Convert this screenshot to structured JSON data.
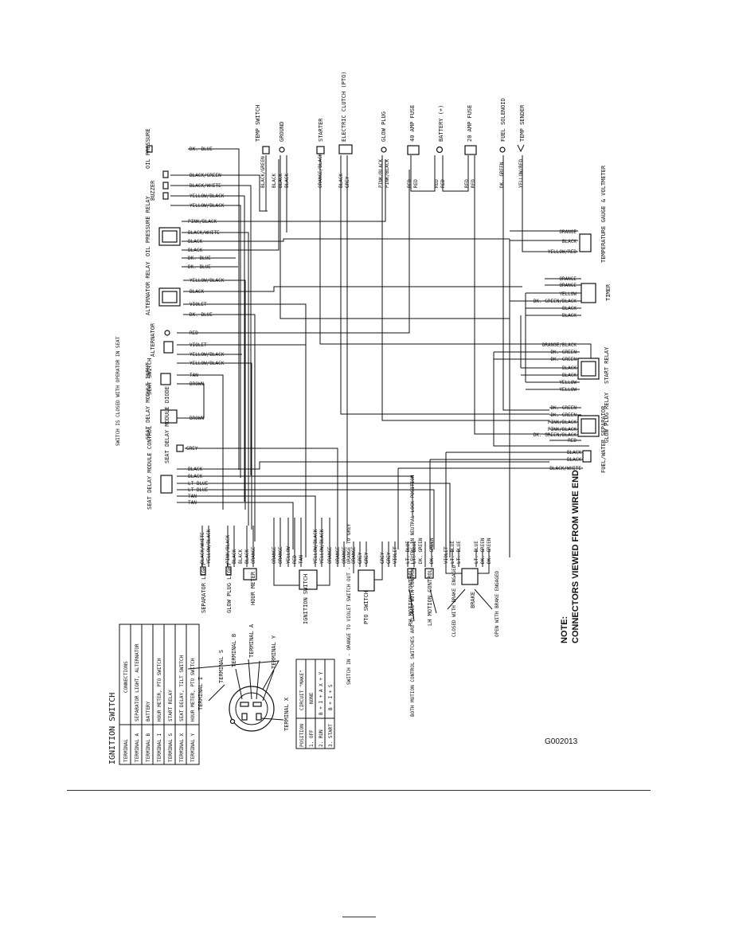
{
  "figure_id": "G002013",
  "note": {
    "title": "NOTE:",
    "text": "CONNECTORS VIEWED FROM WIRE END"
  },
  "ignition_table": {
    "title": "IGNITION SWITCH",
    "headers": [
      "TERMINAL",
      "CONNECTIONS"
    ],
    "rows": [
      [
        "TERMINAL A",
        "SEPARATOR LIGHT, ALTERNATOR"
      ],
      [
        "TERMINAL B",
        "BATTERY"
      ],
      [
        "TERMINAL I",
        "HOUR METER, PTO SWITCH"
      ],
      [
        "TERMINAL S",
        "START RELAY"
      ],
      [
        "TERMINAL X",
        "SEAT DELAY, TILT SWITCH"
      ],
      [
        "TERMINAL Y",
        "HOUR METER, PTO SWITCH"
      ]
    ]
  },
  "ignition_terminals": [
    "TERMINAL I",
    "TERMINAL S",
    "TERMINAL B",
    "TERMINAL A",
    "TERMINAL Y",
    "TERMINAL X"
  ],
  "circuit_table": {
    "headers": [
      "POSITION",
      "CIRCUIT \"MAKE\""
    ],
    "rows": [
      [
        "1. OFF",
        "NONE"
      ],
      [
        "2. RUN",
        "B + I + A   X + Y"
      ],
      [
        "3. START",
        "B + I + S"
      ]
    ]
  },
  "top_components": [
    {
      "label": "TEMP SWITCH",
      "wires": [
        "BLACK/GREEN"
      ]
    },
    {
      "label": "GROUND",
      "wires": [
        "BLACK",
        "BLACK",
        "BLACK"
      ]
    },
    {
      "label": "STARTER",
      "wires": [
        "ORANGE/BLACK"
      ]
    },
    {
      "label": "ELECTRIC CLUTCH (PTO)",
      "wires": [
        "BLACK",
        "GREY"
      ]
    },
    {
      "label": "GLOW PLUG",
      "wires": [
        "PINK/BLACK",
        "PINK/BLACK"
      ]
    },
    {
      "label": "40 AMP FUSE",
      "wires": [
        "RED",
        "RED"
      ]
    },
    {
      "label": "BATTERY (+)",
      "wires": [
        "RED",
        "RED"
      ]
    },
    {
      "label": "20 AMP FUSE",
      "wires": [
        "RED",
        "RED"
      ]
    },
    {
      "label": "FUEL SOLENOID",
      "wires": [
        "DK. GREEN"
      ]
    },
    {
      "label": "TEMP SENDER",
      "wires": [
        "YELLOW/RED"
      ]
    }
  ],
  "right_components": [
    {
      "label": "TEMPERATURE GAUGE & VOLTMETER",
      "wires": [
        "ORANGE",
        "BLACK",
        "YELLOW/RED"
      ]
    },
    {
      "label": "TIMER",
      "wires": [
        "ORANGE",
        "ORANGE",
        "YELLOW",
        "DK. GREEN/BLACK",
        "BLACK",
        "BLACK"
      ]
    },
    {
      "label": "START RELAY",
      "wires": [
        "ORANGE/BLACK",
        "DK. GREEN",
        "DK. GREEN",
        "BLACK",
        "BLACK",
        "YELLOW",
        "YELLOW"
      ]
    },
    {
      "label": "GLOW PLUG RELAY",
      "wires": [
        "DK. GREEN",
        "DK. GREEN",
        "PINK/BLACK",
        "PINK/BLACK",
        "DK. GREEN/BLACK",
        "RED"
      ]
    },
    {
      "label": "FUEL/WATER SEPARATOR",
      "wires": [
        "BLACK",
        "BLACK",
        "BLACK/WHITE"
      ]
    }
  ],
  "left_components": [
    {
      "label": "OIL PRESSURE",
      "wires": [
        "DK. BLUE"
      ]
    },
    {
      "label": "BUZZER",
      "wires": [
        "BLACK/GREEN",
        "BLACK/WHITE",
        "YELLOW/BLACK",
        "YELLOW/BLACK"
      ]
    },
    {
      "label": "OIL PRESSURE RELAY",
      "wires": [
        "PINK/BLACK",
        "BLACK/WHITE",
        "BLACK",
        "BLACK",
        "DK. BLUE",
        "DK. BLUE"
      ]
    },
    {
      "label": "ALTERNATOR RELAY",
      "wires": [
        "YELLOW/BLACK",
        "BLACK",
        "VIOLET",
        "DK. BLUE"
      ]
    },
    {
      "label": "ALTERNATOR",
      "wires": [
        "RED",
        "VIOLET",
        "YELLOW/BLACK",
        "YELLOW/BLACK"
      ]
    },
    {
      "label": "SEAT SWITCH",
      "wires": [
        "TAN",
        "BROWN"
      ]
    },
    {
      "label": "SEAT DELAY MODULE INPUT",
      "wires": [
        "BROWN"
      ]
    },
    {
      "label": "SEAT DELAY MODULE DIODE",
      "wires": [
        "GREY"
      ]
    },
    {
      "label": "SEAT DELAY MODULE CONTROL",
      "wires": [
        "BLACK",
        "BLACK",
        "LT BLUE",
        "LT BLUE",
        "TAN",
        "TAN"
      ]
    }
  ],
  "seat_switch_note": "SWITCH IS CLOSED WITH OPERATOR IN SEAT",
  "bottom_components": [
    {
      "label": "SEPARATOR LIGHT",
      "wires": [
        "BLACK/WHITE",
        "YELLOW/BLACK"
      ]
    },
    {
      "label": "GLOW PLUG LIGHT",
      "wires": [
        "PINK/BLACK",
        "BLACK"
      ]
    },
    {
      "label": "HOUR METER",
      "wires": [
        "BLACK",
        "BLACK",
        "ORANGE"
      ]
    },
    {
      "label": "IGNITION SWITCH",
      "wires": [
        "ORANGE",
        "ORANGE",
        "YELLOW",
        "RED",
        "TAN",
        "YELLOW/BLACK",
        "YELLOW/BLACK",
        "ORANGE"
      ]
    },
    {
      "label": "PTO SWITCH",
      "wires": [
        "ORANGE",
        "ORANGE",
        "ORANGE",
        "GREY",
        "GREY",
        "GREY",
        "GREY",
        "VIOLET"
      ]
    },
    {
      "label": "RH MOTION CONTROL",
      "wires": [
        "LT. BLUE",
        "LT. BLUE",
        "DK. GREEN"
      ]
    },
    {
      "label": "LH MOTION CONTROL",
      "wires": [
        "DK. GREEN"
      ]
    },
    {
      "label": "BRAKE",
      "wires": [
        "VIOLET",
        "LT. BLUE",
        "LT. BLUE",
        "LT. BLUE",
        "DK. GREEN",
        "DK. GREEN"
      ]
    }
  ],
  "annotations": {
    "pto": "SWITCH IN - ORANGE TO VIOLET  SWITCH OUT - ORANGE TO GREY",
    "motion": "BOTH MOTION CONTROL SWITCHES ARE CLOSED WITH CONTROL LEVERS IN NEUTRAL LOCK POSITION",
    "brake_closed": "CLOSED WITH BRAKE ENGAGED",
    "brake_open": "OPEN WITH BRAKE ENGAGED"
  }
}
